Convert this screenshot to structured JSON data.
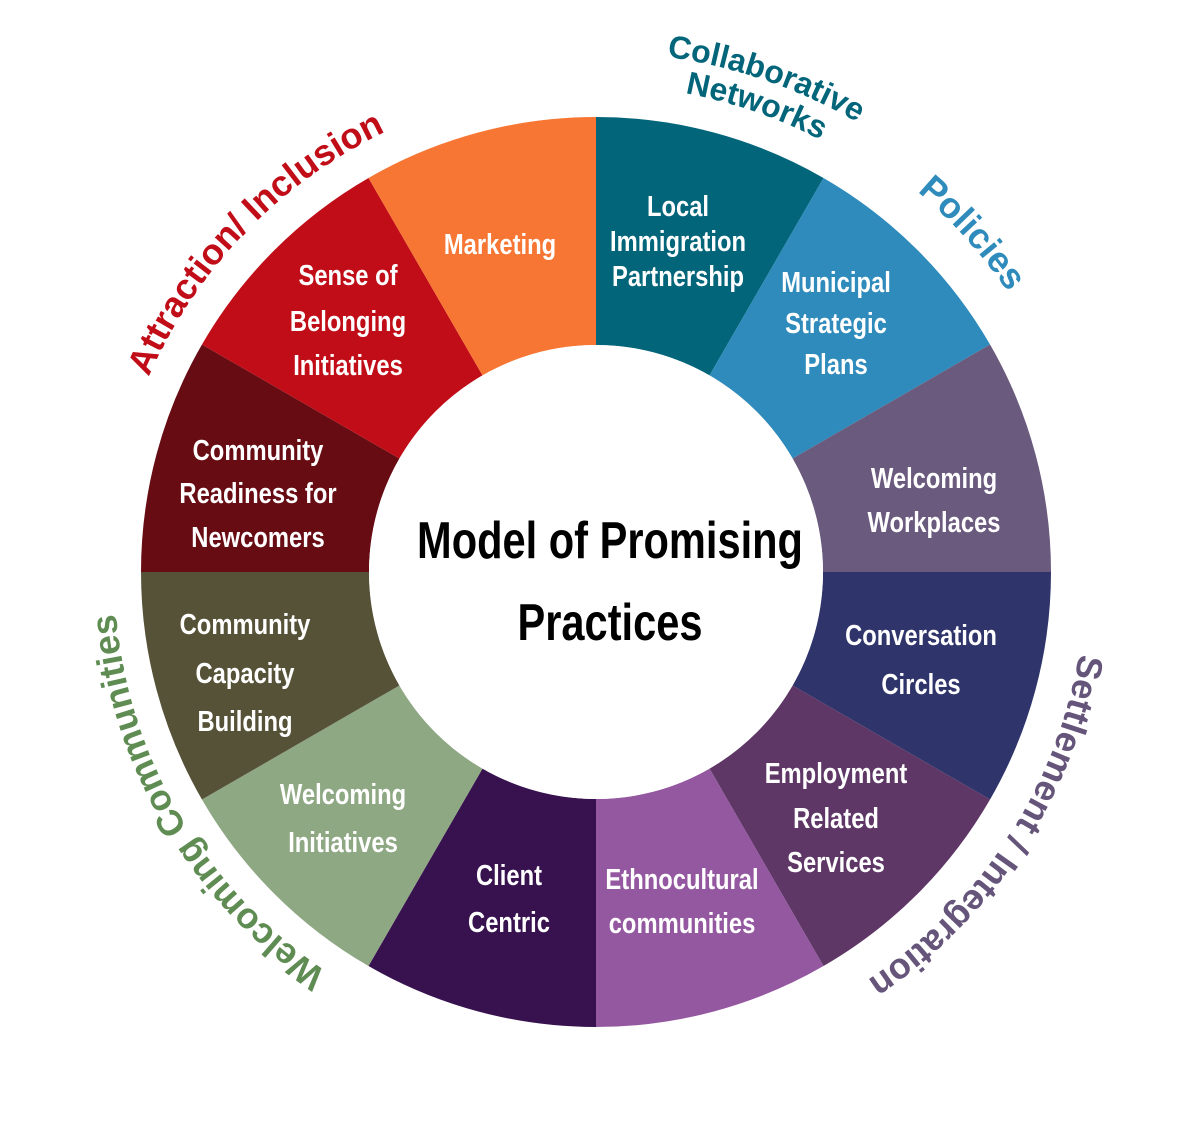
{
  "title": [
    "Model of Promising",
    "Practices"
  ],
  "segments": [
    {
      "lines": [
        "Local",
        "Immigration",
        "Partnership"
      ],
      "color": "#03657a"
    },
    {
      "lines": [
        "Municipal",
        "Strategic",
        "Plans"
      ],
      "color": "#2e8bbb"
    },
    {
      "lines": [
        "Welcoming",
        "Workplaces"
      ],
      "color": "#6a5a7d"
    },
    {
      "lines": [
        "Conversation",
        "Circles"
      ],
      "color": "#2f346b"
    },
    {
      "lines": [
        "Employment",
        "Related",
        "Services"
      ],
      "color": "#5e3766"
    },
    {
      "lines": [
        "Ethnocultural",
        "communities"
      ],
      "color": "#9458a0"
    },
    {
      "lines": [
        "Client",
        "Centric"
      ],
      "color": "#37124f"
    },
    {
      "lines": [
        "Welcoming",
        "Initiatives"
      ],
      "color": "#8fa884"
    },
    {
      "lines": [
        "Community",
        "Capacity",
        "Building"
      ],
      "color": "#565238"
    },
    {
      "lines": [
        "Community",
        "Readiness for",
        "Newcomers"
      ],
      "color": "#680c14"
    },
    {
      "lines": [
        "Sense of",
        "Belonging",
        "Initiatives"
      ],
      "color": "#c00d17"
    },
    {
      "lines": [
        "Marketing"
      ],
      "color": "#f77634"
    }
  ],
  "categories": [
    {
      "label": "Collaborative",
      "color": "#03657a"
    },
    {
      "label": "Networks",
      "color": "#03657a"
    },
    {
      "label": "Policies",
      "color": "#2e8bbb"
    },
    {
      "label": "Settlement / Integration",
      "color": "#66557a"
    },
    {
      "label": "Welcoming Communities",
      "color": "#5f8c52"
    },
    {
      "label": "Attraction/ Inclusion",
      "color": "#c00d17"
    }
  ]
}
